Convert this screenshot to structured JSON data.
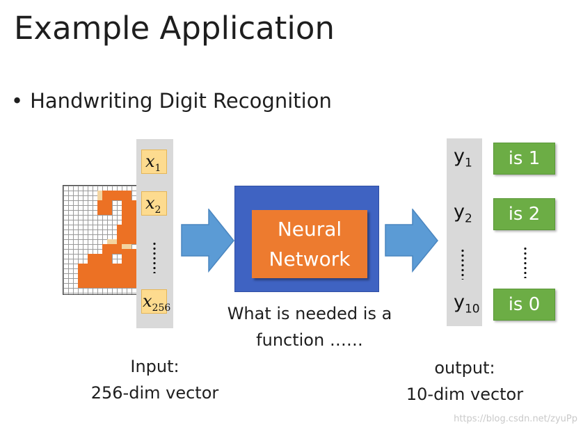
{
  "title": "Example Application",
  "bullet": "Handwriting Digit Recognition",
  "inputs": {
    "x1": {
      "sym": "x",
      "sub": "1"
    },
    "x2": {
      "sym": "x",
      "sub": "2"
    },
    "x256": {
      "sym": "x",
      "sub": "256"
    }
  },
  "network": {
    "line1": "Neural",
    "line2": "Network"
  },
  "caption": {
    "line1": "What is needed is a",
    "line2": "function ……"
  },
  "outputs": {
    "y1": {
      "sym": "y",
      "sub": "1",
      "label": "is 1"
    },
    "y2": {
      "sym": "y",
      "sub": "2",
      "label": "is 2"
    },
    "y10": {
      "sym": "y",
      "sub": "10",
      "label": "is 0"
    }
  },
  "input_label": {
    "line1": "Input:",
    "line2": "256-dim vector"
  },
  "output_label": {
    "line1": "output:",
    "line2": "10-dim vector"
  },
  "watermark": "https://blog.csdn.net/zyuPp",
  "colors": {
    "network_outer": "#3f63c2",
    "network_inner": "#ed7b2f",
    "output_button": "#6cad45",
    "input_box": "#fddb8f",
    "arrow": "#5b9bd5",
    "digit_fill": "#ec7124"
  }
}
